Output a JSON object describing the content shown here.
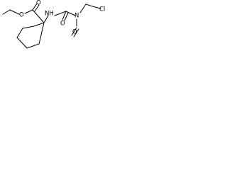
{
  "molecule": {
    "atom_labels": {
      "ester_oxygen_top": "O",
      "ester_oxygen_carbonyl": "O",
      "amide_nitrogen": "NH",
      "nitrosamine_nitrogen": "N",
      "urea_oxygen": "O",
      "nitroso_oxygen": "O",
      "chlorine": "Cl"
    }
  }
}
